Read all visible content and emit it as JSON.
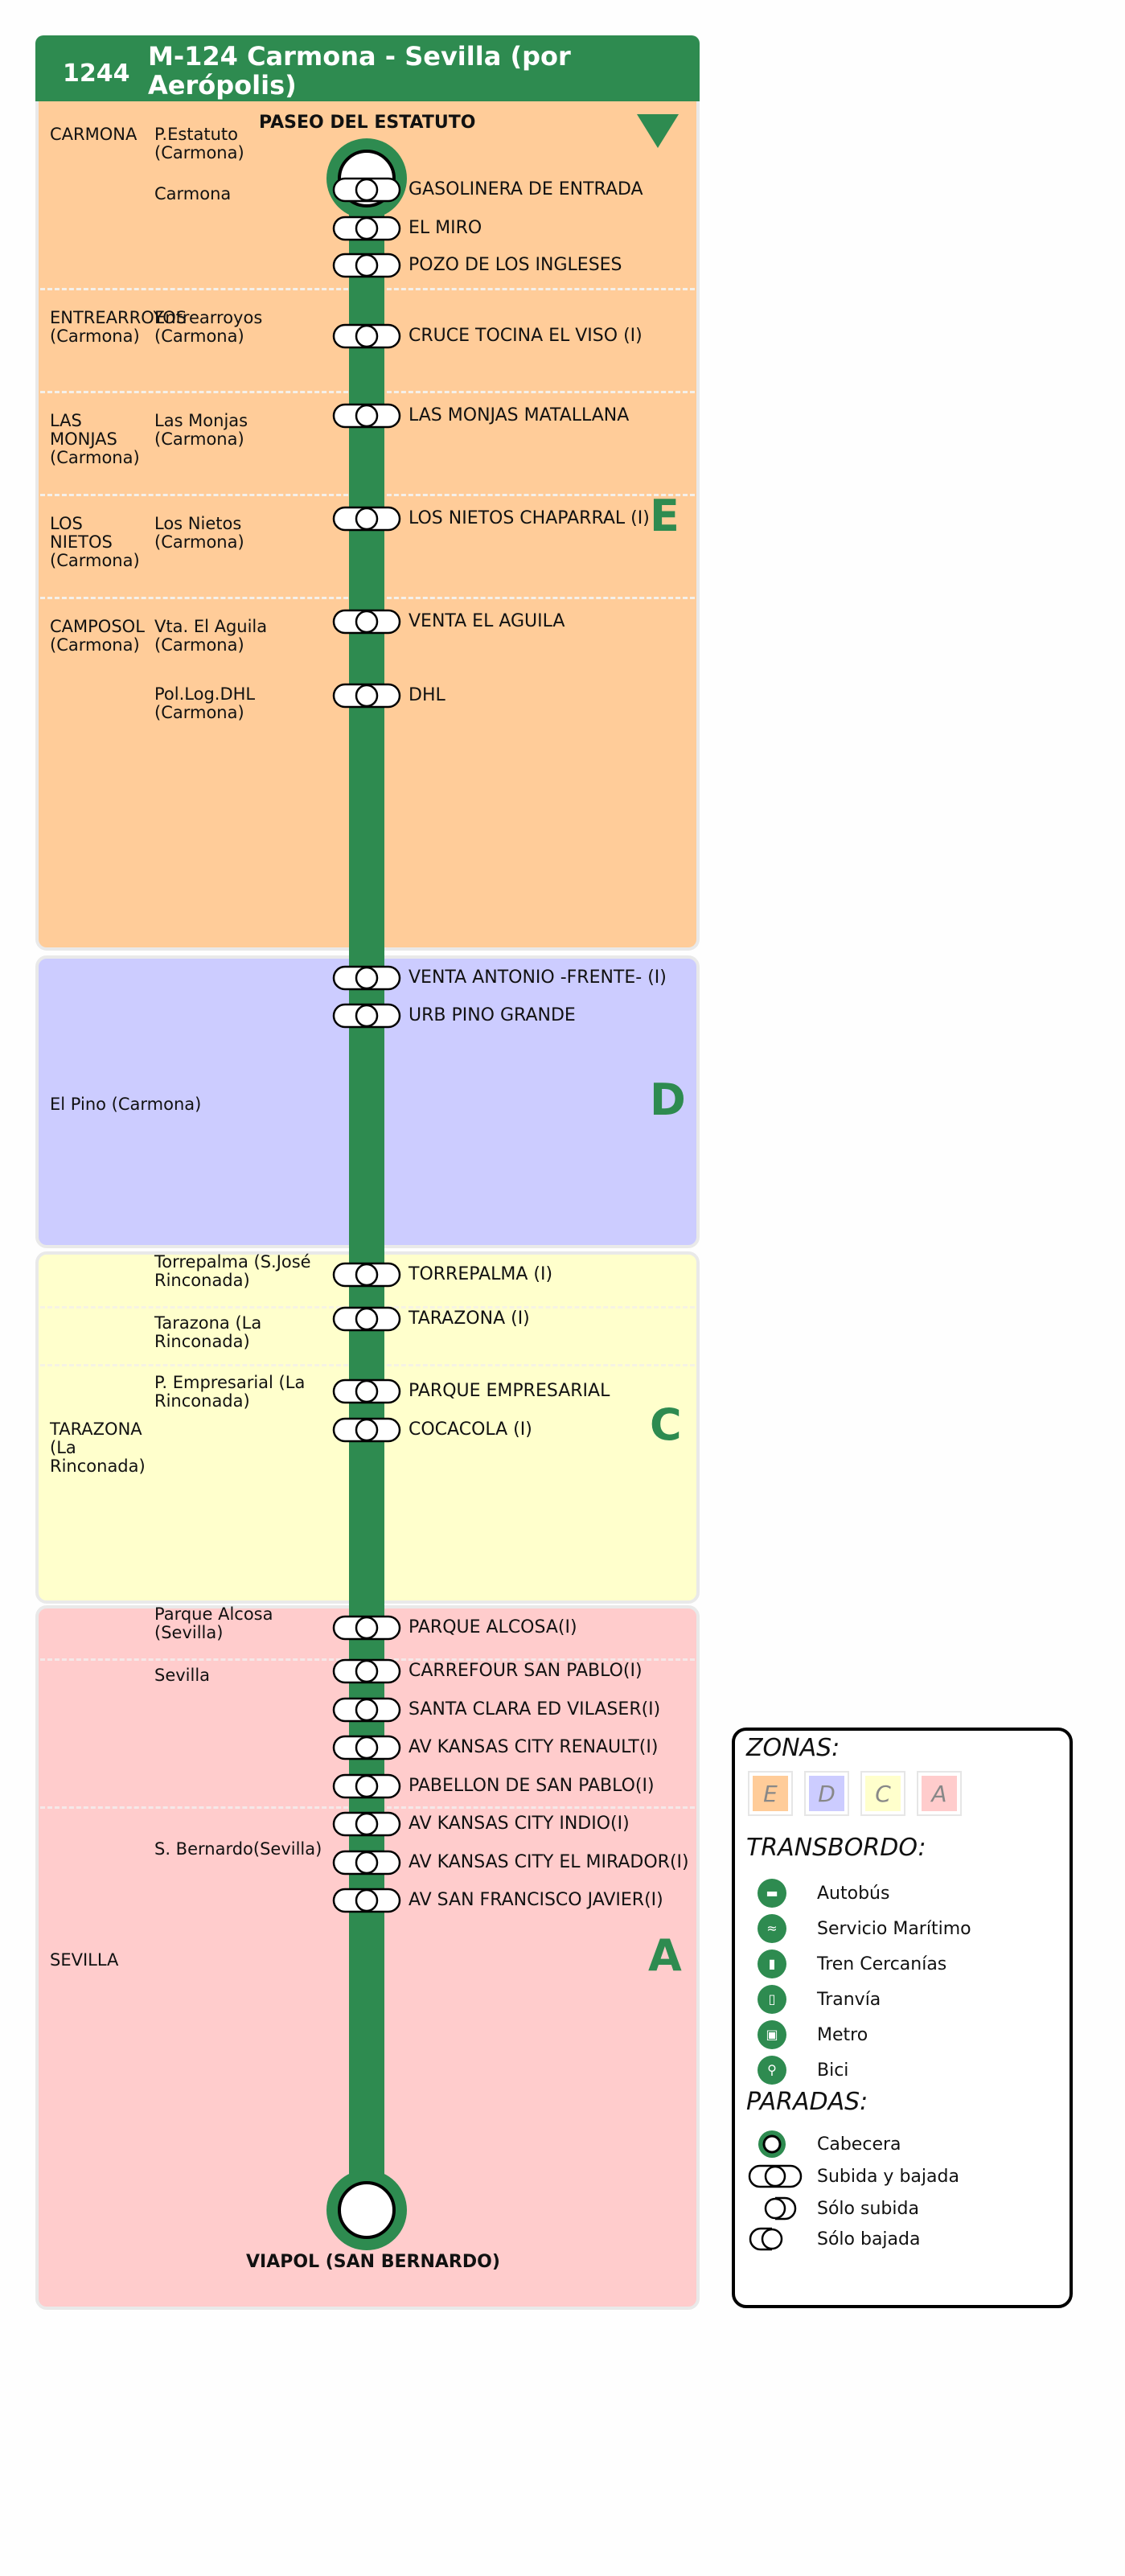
{
  "header": {
    "code": "1244",
    "title": "M-124 Carmona - Sevilla (por Aerópolis)"
  },
  "colors": {
    "line": "#2e8b50",
    "zone_E": "#ffcc99",
    "zone_D": "#ccccff",
    "zone_C": "#ffffcc",
    "zone_A": "#ffcccc"
  },
  "start_terminal": "PASEO DEL ESTATUTO",
  "end_terminal": "VIAPOL (SAN BERNARDO)",
  "zones": [
    {
      "letter": "E"
    },
    {
      "letter": "D"
    },
    {
      "letter": "C"
    },
    {
      "letter": "A"
    }
  ],
  "municipalities": [
    "CARMONA",
    "ENTREARROYOS (Carmona)",
    "LAS MONJAS (Carmona)",
    "LOS NIETOS (Carmona)",
    "CAMPOSOL (Carmona)",
    "El Pino (Carmona)",
    "TARAZONA (La Rinconada)",
    "SEVILLA"
  ],
  "localities": [
    "P.Estatuto (Carmona)",
    "Carmona",
    "Entrearroyos (Carmona)",
    "Las Monjas (Carmona)",
    "Los Nietos (Carmona)",
    "Vta. El Aguila (Carmona)",
    "Pol.Log.DHL (Carmona)",
    "Torrepalma (S.José Rinconada)",
    "Tarazona (La Rinconada)",
    "P. Empresarial (La Rinconada)",
    "Parque Alcosa (Sevilla)",
    "Sevilla",
    "S. Bernardo(Sevilla)"
  ],
  "stops": [
    "GASOLINERA DE ENTRADA",
    "EL MIRO",
    "POZO DE LOS INGLESES",
    "CRUCE TOCINA EL VISO (I)",
    "LAS MONJAS MATALLANA",
    "LOS NIETOS CHAPARRAL (I)",
    "VENTA EL AGUILA",
    "DHL",
    "VENTA ANTONIO -FRENTE- (I)",
    "URB PINO GRANDE",
    "TORREPALMA (I)",
    "TARAZONA (I)",
    "PARQUE EMPRESARIAL",
    "COCACOLA (I)",
    "PARQUE ALCOSA(I)",
    "CARREFOUR SAN PABLO(I)",
    "SANTA CLARA ED VILASER(I)",
    "AV KANSAS CITY RENAULT(I)",
    "PABELLON DE SAN PABLO(I)",
    "AV KANSAS CITY INDIO(I)",
    "AV KANSAS CITY EL MIRADOR(I)",
    "AV SAN FRANCISCO JAVIER(I)"
  ],
  "legend": {
    "zonas_title": "ZONAS:",
    "zonas": [
      "E",
      "D",
      "C",
      "A"
    ],
    "transbordo_title": "TRANSBORDO:",
    "transbordo": [
      {
        "icon": "bus-icon",
        "label": "Autobús"
      },
      {
        "icon": "ship-icon",
        "label": "Servicio Marítimo"
      },
      {
        "icon": "train-icon",
        "label": "Tren Cercanías"
      },
      {
        "icon": "tram-icon",
        "label": "Tranvía"
      },
      {
        "icon": "metro-icon",
        "label": "Metro"
      },
      {
        "icon": "bike-icon",
        "label": "Bici"
      }
    ],
    "paradas_title": "PARADAS:",
    "paradas": [
      {
        "icon": "terminal-stop-icon",
        "label": "Cabecera"
      },
      {
        "icon": "both-ways-stop-icon",
        "label": "Subida y bajada"
      },
      {
        "icon": "boarding-only-stop-icon",
        "label": "Sólo subida"
      },
      {
        "icon": "alighting-only-stop-icon",
        "label": "Sólo bajada"
      }
    ]
  }
}
